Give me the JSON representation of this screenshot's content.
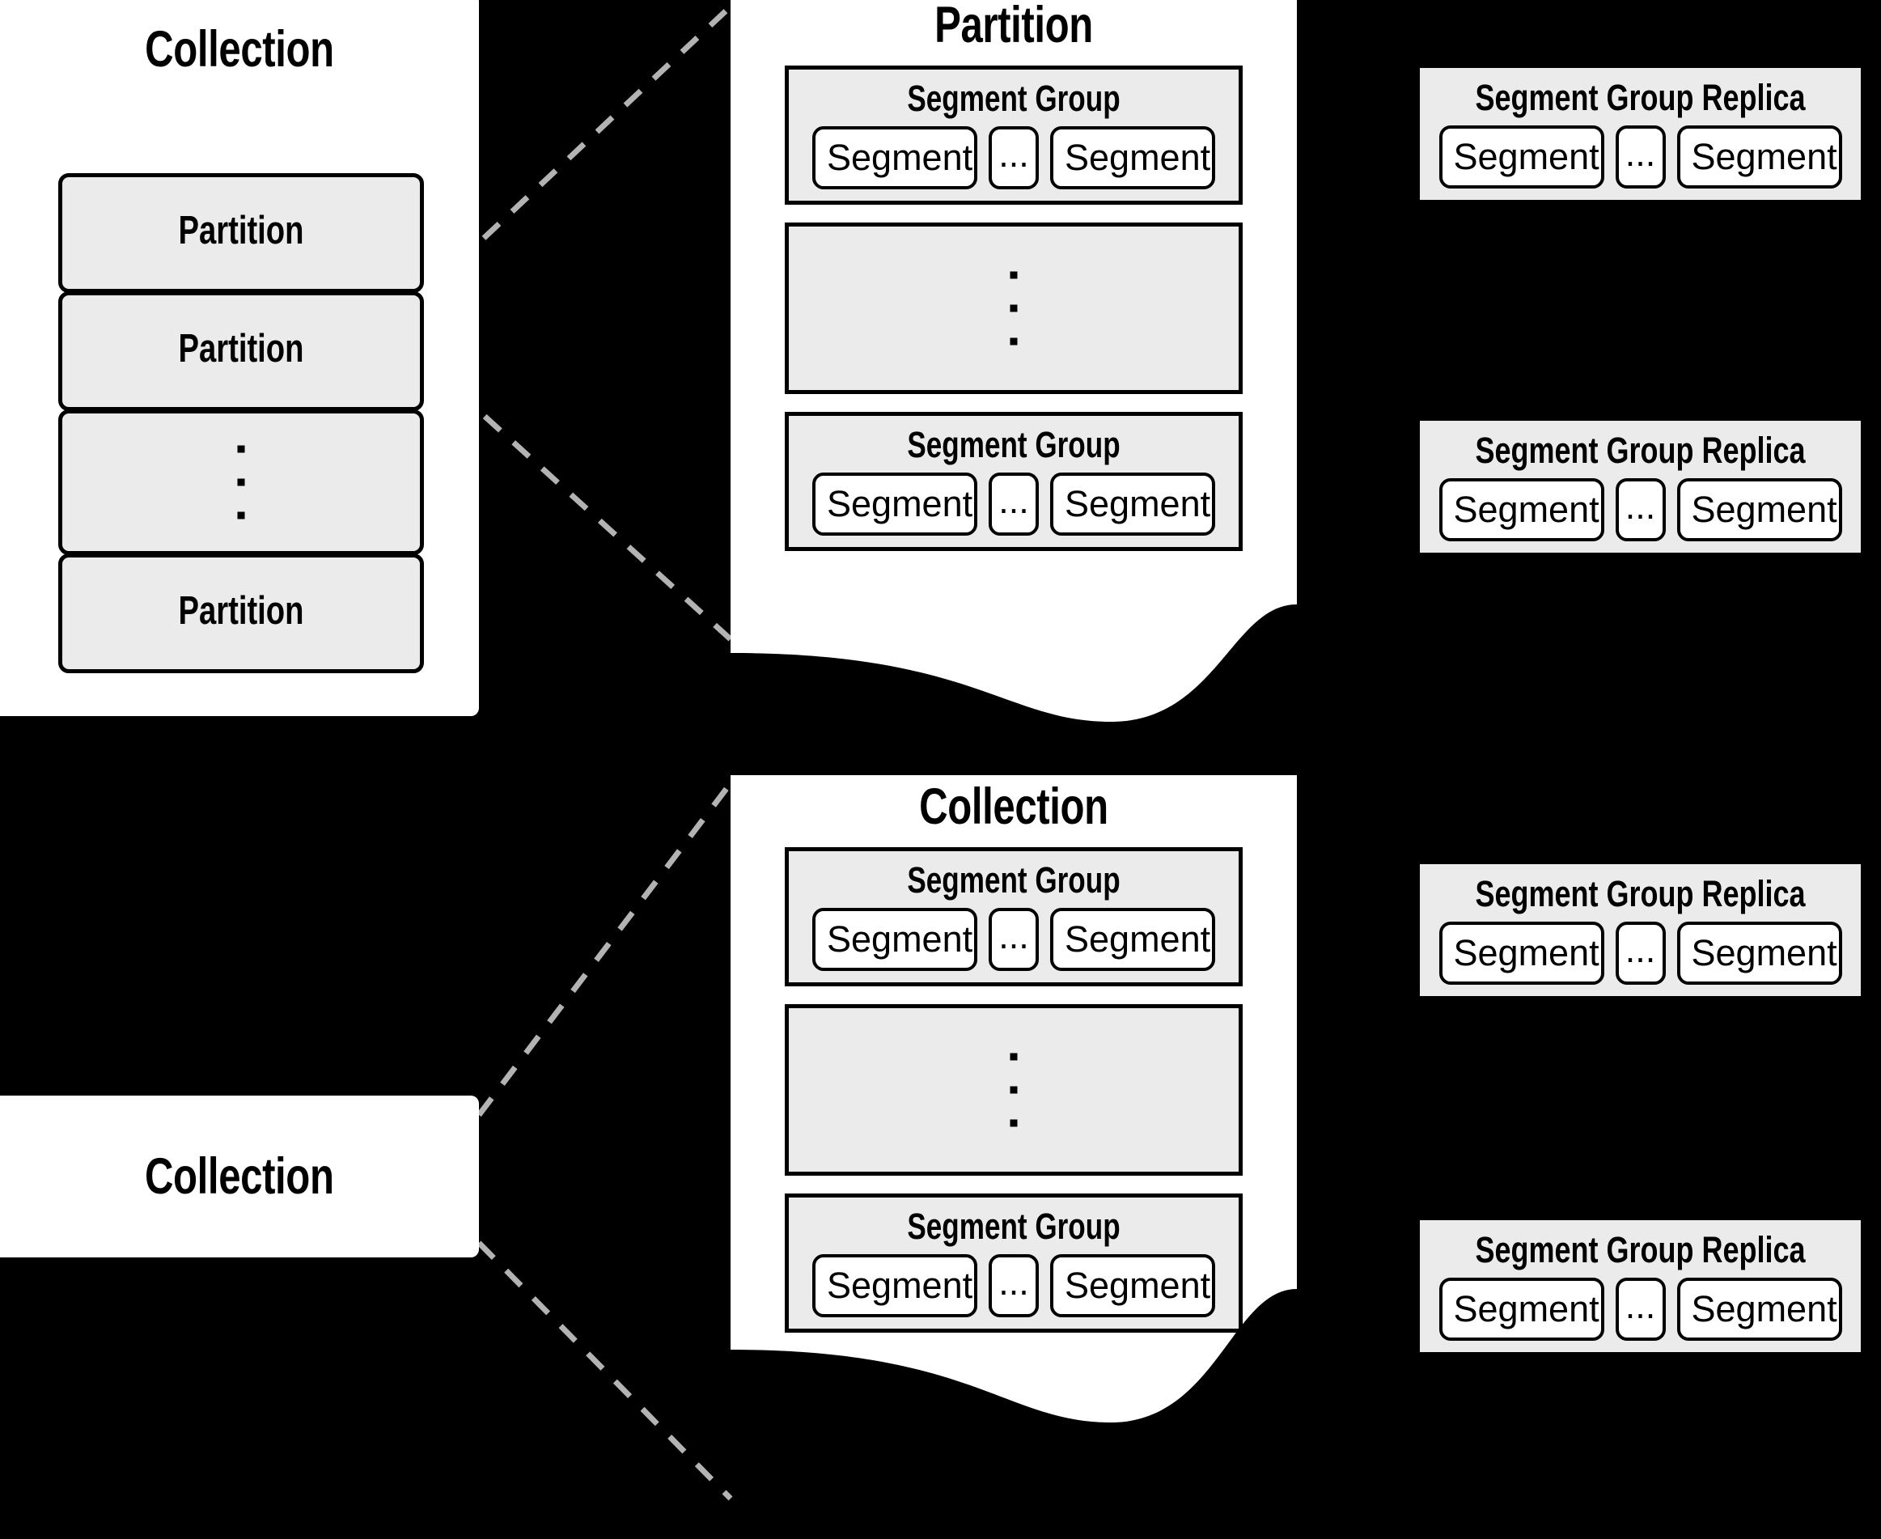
{
  "diagram": {
    "title": "Collection / Partition / Segment Group hierarchy",
    "colors": {
      "background": "#000000",
      "panel": "#ffffff",
      "group_fill": "#ebebeb",
      "stroke": "#000000",
      "connector": "#b3b3b3"
    },
    "labels": {
      "collection": "Collection",
      "partition": "Partition",
      "segment_group": "Segment Group",
      "segment_group_replica": "Segment Group Replica",
      "segment": "Segment",
      "ellipsis": "..."
    }
  },
  "collection_partitions": {
    "title": "Collection",
    "partitions": [
      {
        "label": "Partition",
        "type": "item"
      },
      {
        "label": "Partition",
        "type": "item"
      },
      {
        "label": "",
        "type": "ellipsis"
      },
      {
        "label": "Partition",
        "type": "item"
      }
    ]
  },
  "collection_plain": {
    "title": "Collection"
  },
  "partition_detail": {
    "title": "Partition",
    "segment_groups": [
      {
        "title": "Segment Group",
        "type": "item",
        "segments": [
          "Segment",
          "...",
          "Segment"
        ]
      },
      {
        "title": "",
        "type": "ellipsis",
        "segments": []
      },
      {
        "title": "Segment Group",
        "type": "item",
        "segments": [
          "Segment",
          "...",
          "Segment"
        ]
      }
    ]
  },
  "collection_detail": {
    "title": "Collection",
    "segment_groups": [
      {
        "title": "Segment Group",
        "type": "item",
        "segments": [
          "Segment",
          "...",
          "Segment"
        ]
      },
      {
        "title": "",
        "type": "ellipsis",
        "segments": []
      },
      {
        "title": "Segment Group",
        "type": "item",
        "segments": [
          "Segment",
          "...",
          "Segment"
        ]
      }
    ]
  },
  "replicas": [
    {
      "title": "Segment Group Replica",
      "segments": [
        "Segment",
        "...",
        "Segment"
      ]
    },
    {
      "title": "Segment Group Replica",
      "segments": [
        "Segment",
        "...",
        "Segment"
      ]
    },
    {
      "title": "Segment Group Replica",
      "segments": [
        "Segment",
        "...",
        "Segment"
      ]
    },
    {
      "title": "Segment Group Replica",
      "segments": [
        "Segment",
        "...",
        "Segment"
      ]
    }
  ]
}
